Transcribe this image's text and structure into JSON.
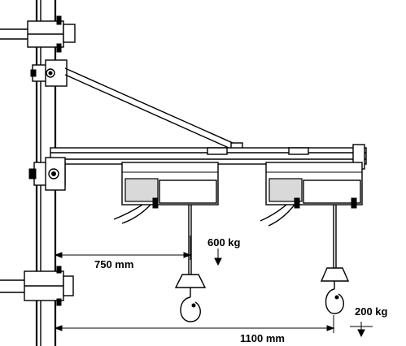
{
  "labels": {
    "load_near": "600 kg",
    "dist_near": "750 mm",
    "load_far": "200 kg",
    "dist_far": "1100 mm"
  }
}
